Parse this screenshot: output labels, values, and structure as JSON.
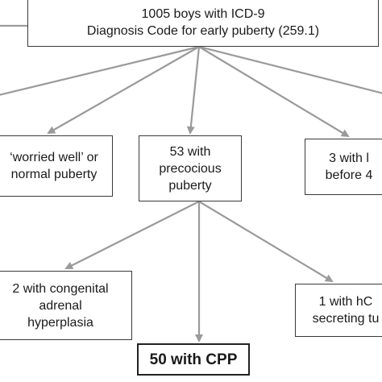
{
  "colors": {
    "arrow": "#9a9a9a",
    "box_border": "#3a3a3a",
    "text": "#1a1a1a",
    "background": "#ffffff"
  },
  "nodes": {
    "root": {
      "lines": [
        "1005 boys with ICD-9",
        "Diagnosis Code for early puberty (259.1)"
      ]
    },
    "worried_well": {
      "lines": [
        "‘worried well’ or",
        "normal puberty"
      ]
    },
    "precocious": {
      "lines": [
        "53 with",
        "precocious",
        "puberty"
      ]
    },
    "three_with": {
      "lines": [
        "3 with l",
        "before 4"
      ]
    },
    "congenital": {
      "lines": [
        "2 with congenital",
        "adrenal",
        "hyperplasia"
      ]
    },
    "hcg": {
      "lines": [
        "1 with hC",
        "secreting tu"
      ]
    },
    "cpp": {
      "lines": [
        "50 with CPP"
      ]
    }
  }
}
